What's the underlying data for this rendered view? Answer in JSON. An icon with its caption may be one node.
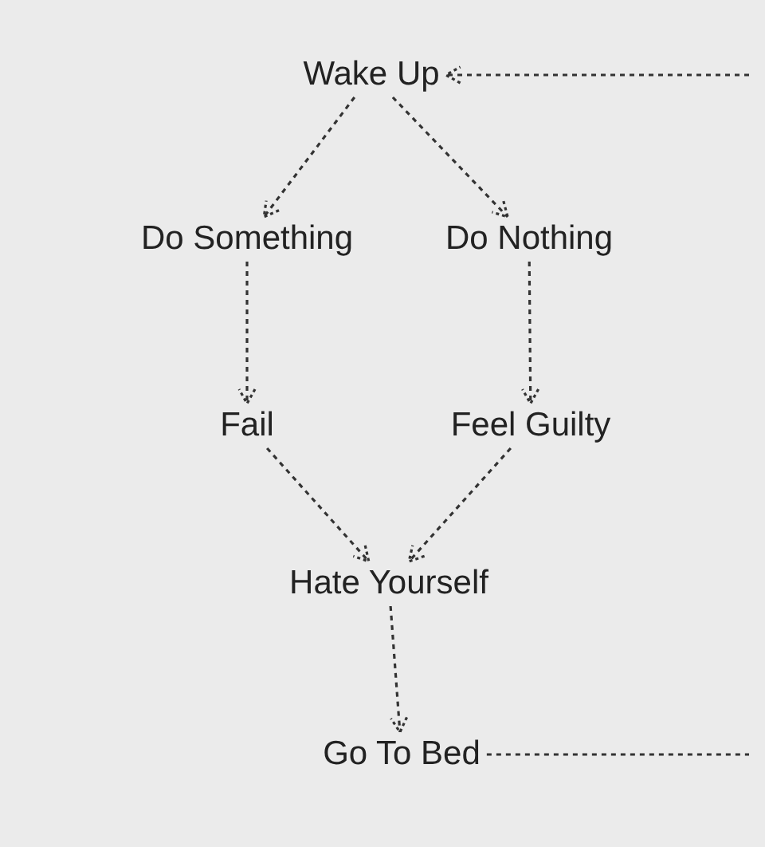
{
  "diagram": {
    "nodes": [
      {
        "text": [
          "Wake Up"
        ]
      },
      {
        "text": [
          "Do Something"
        ]
      },
      {
        "text": [
          "Do Nothing"
        ]
      },
      {
        "text": [
          "Fail"
        ]
      },
      {
        "text": [
          "Feel Guilty"
        ]
      },
      {
        "text": [
          "Hate Yourself"
        ]
      },
      {
        "text": [
          "Go To Bed"
        ]
      }
    ],
    "edges": [
      {
        "from": 0,
        "to": 1,
        "arrow": "to",
        "style": "dashed"
      },
      {
        "from": 0,
        "to": 2,
        "arrow": "to",
        "style": "dashed"
      },
      {
        "from": 1,
        "to": 3,
        "arrow": "to",
        "style": "dashed"
      },
      {
        "from": 2,
        "to": 4,
        "arrow": "to",
        "style": "dashed"
      },
      {
        "from": 3,
        "to": 5,
        "arrow": "to",
        "style": "dashed"
      },
      {
        "from": 4,
        "to": 5,
        "arrow": "to",
        "style": "dashed"
      },
      {
        "from": 5,
        "to": 6,
        "arrow": "to",
        "style": "dashed"
      },
      {
        "from": 6,
        "to": null,
        "arrow": "none",
        "style": "dashed"
      },
      {
        "from": null,
        "to": 0,
        "arrow": "to",
        "style": "dashed"
      }
    ]
  }
}
